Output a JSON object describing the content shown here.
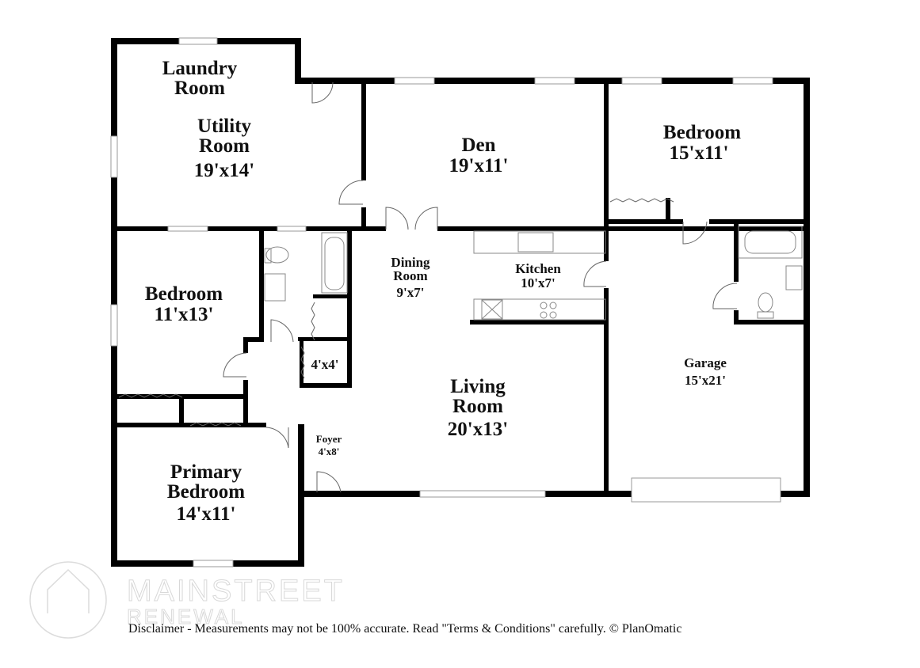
{
  "rooms": {
    "laundry": {
      "name": "Laundry\nRoom"
    },
    "utility": {
      "name": "Utility\nRoom",
      "size": "19'x14'"
    },
    "den": {
      "name": "Den",
      "size": "19'x11'"
    },
    "bedroom_ne": {
      "name": "Bedroom",
      "size": "15'x11'"
    },
    "bedroom_w": {
      "name": "Bedroom",
      "size": "11'x13'"
    },
    "dining": {
      "name": "Dining\nRoom",
      "size": "9'x7'"
    },
    "kitchen": {
      "name": "Kitchen",
      "size": "10'x7'"
    },
    "closet": {
      "size": "4'x4'"
    },
    "garage": {
      "name": "Garage",
      "size": "15'x21'"
    },
    "living": {
      "name": "Living\nRoom",
      "size": "20'x13'"
    },
    "foyer": {
      "name": "Foyer",
      "size": "4'x8'"
    },
    "primary": {
      "name": "Primary\nBedroom",
      "size": "14'x11'"
    }
  },
  "watermark": {
    "line1": "MAINSTREET",
    "line2": "RENEWAL"
  },
  "disclaimer": "Disclaimer - Measurements may not be 100% accurate. Read \"Terms & Conditions\" carefully. © PlanOmatic"
}
